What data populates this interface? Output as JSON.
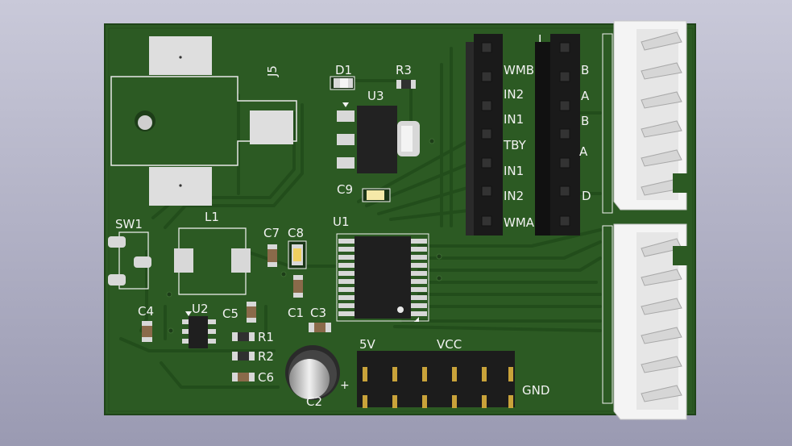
{
  "board": {
    "colors": {
      "pcb": "#2c5a23",
      "trace": "#224d1b",
      "silkscreen": "#f2f2f2",
      "copper_pad": "#d8d8d8",
      "header_body": "#1a1a1a",
      "connector_body": "#f4f4f4",
      "background_top": "#c9c9d9",
      "background_bottom": "#9a9ab2"
    },
    "labels": {
      "j5": "J5",
      "d1": "D1",
      "r3": "R3",
      "u3": "U3",
      "c9": "C9",
      "l1": "L1",
      "sw1": "SW1",
      "c7": "C7",
      "c8": "C8",
      "u1": "U1",
      "c4": "C4",
      "u2": "U2",
      "c5": "C5",
      "r1": "R1",
      "r2": "R2",
      "c6": "C6",
      "c1": "C1",
      "c3": "C3",
      "c2": "C2",
      "j_partial": "J",
      "plus": "+",
      "header_5v": "5V",
      "header_vcc": "VCC",
      "header_gnd": "GND"
    },
    "header_left_pins": [
      "WMB",
      "IN2",
      "IN1",
      "TBY",
      "IN1",
      "IN2",
      "WMA"
    ],
    "header_right_pins": [
      "B",
      "A",
      "B",
      "A",
      "",
      "D",
      ""
    ]
  }
}
